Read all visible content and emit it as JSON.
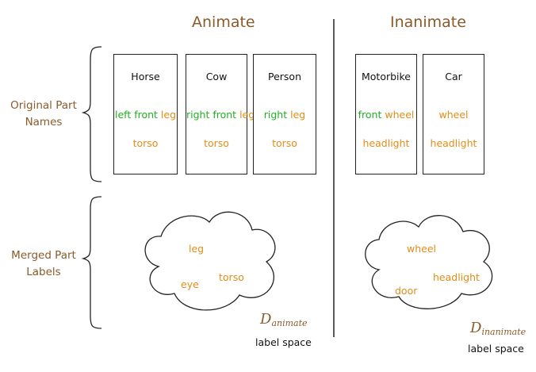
{
  "headers": {
    "animate": "Animate",
    "inanimate": "Inanimate"
  },
  "side_labels": {
    "original_line1": "Original Part",
    "original_line2": "Names",
    "merged_line1": "Merged Part",
    "merged_line2": "Labels"
  },
  "animate_cards": [
    {
      "name": "Horse",
      "l1": "left front",
      "l2": "leg",
      "torso": "torso"
    },
    {
      "name": "Cow",
      "l1": "right front",
      "l2": "leg",
      "torso": "torso"
    },
    {
      "name": "Person",
      "l1": "right",
      "l2": "leg",
      "torso": "torso"
    }
  ],
  "inanimate_cards": [
    {
      "name": "Motorbike",
      "l1": "front",
      "l2": "wheel",
      "l3": "headlight"
    },
    {
      "name": "Car",
      "l1": "wheel",
      "l3": "headlight"
    }
  ],
  "animate_cloud": {
    "leg": "leg",
    "eye": "eye",
    "torso": "torso"
  },
  "inanimate_cloud": {
    "wheel": "wheel",
    "headlight": "headlight",
    "door": "door"
  },
  "label_spaces": {
    "animate_symbol": "D",
    "animate_sub": "animate",
    "inanimate_symbol": "D",
    "inanimate_sub": "inanimate",
    "label_space": "label space"
  },
  "colors": {
    "header_brown": "#8a5a2b",
    "shared_green": "#22b022",
    "part_orange": "#e38c18",
    "line_black": "#222222"
  }
}
